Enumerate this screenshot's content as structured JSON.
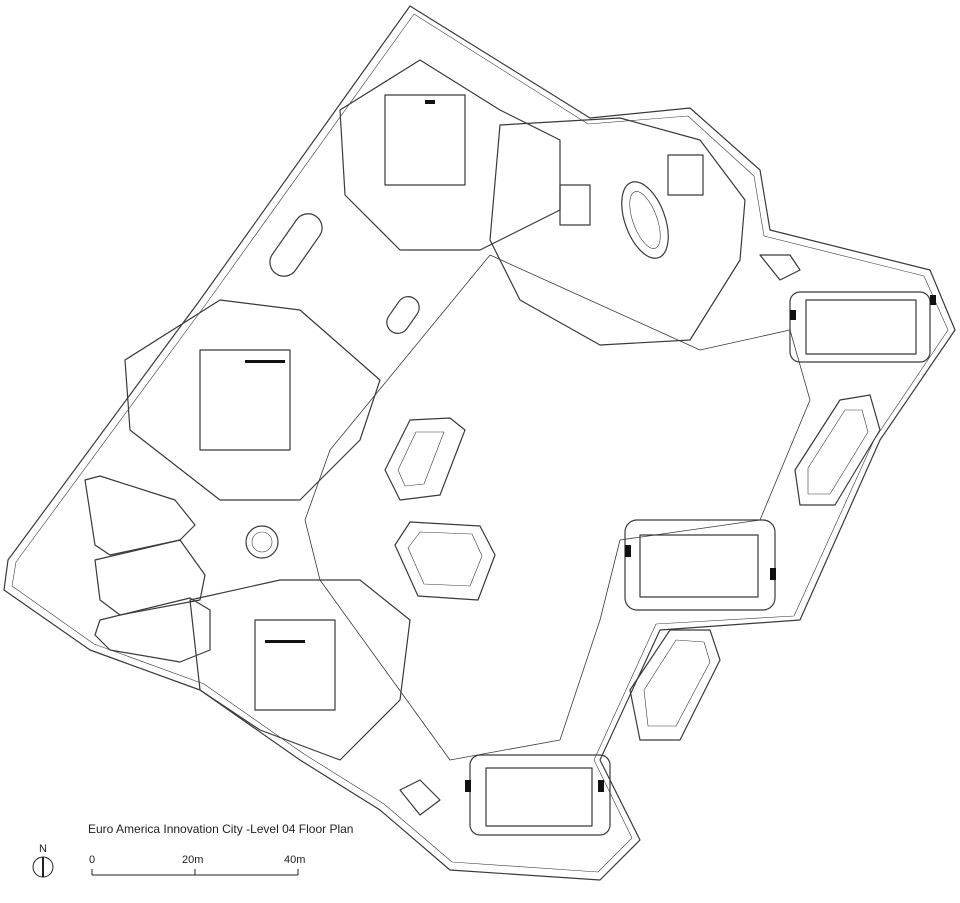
{
  "title": "Euro America Innovation City  -Level 04 Floor Plan",
  "north": "N",
  "scale": {
    "labels": [
      "0",
      "20m",
      "40m"
    ]
  },
  "colors": {
    "line": "#3a3a3a",
    "fill": "#ffffff",
    "dark": "#111111"
  }
}
